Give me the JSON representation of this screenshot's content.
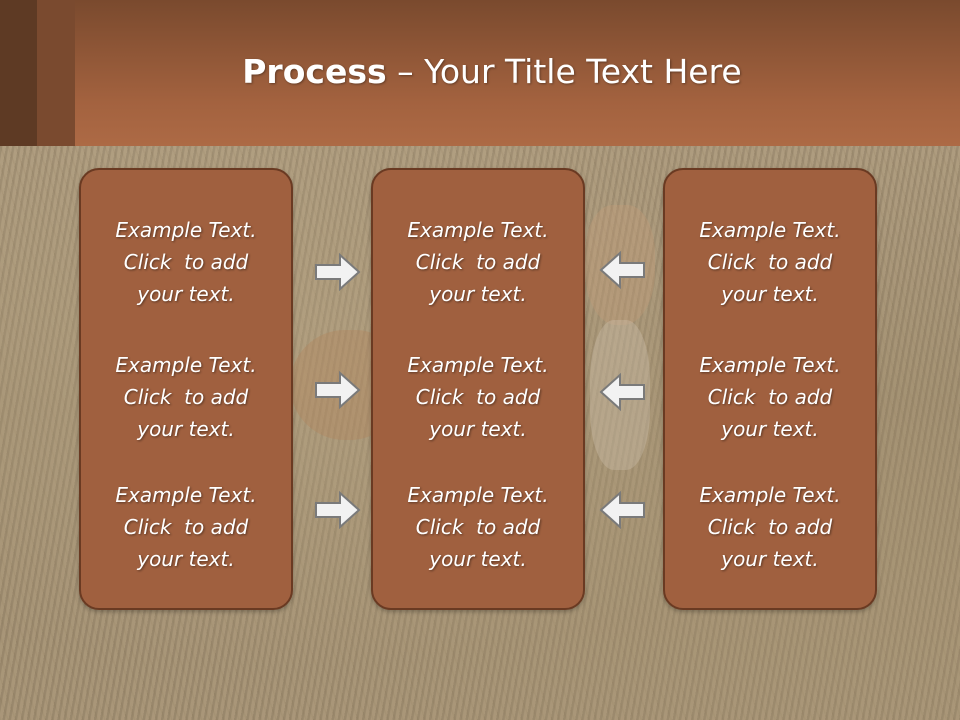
{
  "slide": {
    "title_bold": "Process",
    "title_rest": " – Your Title Text Here"
  },
  "columns": [
    {
      "items": [
        {
          "line1": "Example Text.",
          "line2": "Click  to add",
          "line3": "your text."
        },
        {
          "line1": "Example Text.",
          "line2": "Click  to add",
          "line3": "your text."
        },
        {
          "line1": "Example Text.",
          "line2": "Click  to add",
          "line3": "your text."
        }
      ]
    },
    {
      "items": [
        {
          "line1": "Example Text.",
          "line2": "Click  to add",
          "line3": "your text."
        },
        {
          "line1": "Example Text.",
          "line2": "Click  to add",
          "line3": "your text."
        },
        {
          "line1": "Example Text.",
          "line2": "Click  to add",
          "line3": "your text."
        }
      ]
    },
    {
      "items": [
        {
          "line1": "Example Text.",
          "line2": "Click  to add",
          "line3": "your text."
        },
        {
          "line1": "Example Text.",
          "line2": "Click  to add",
          "line3": "your text."
        },
        {
          "line1": "Example Text.",
          "line2": "Click  to add",
          "line3": "your text."
        }
      ]
    }
  ],
  "arrows": [
    {
      "icon": "arrow-right-icon"
    },
    {
      "icon": "arrow-right-icon"
    },
    {
      "icon": "arrow-right-icon"
    },
    {
      "icon": "arrow-left-icon"
    },
    {
      "icon": "arrow-left-icon"
    },
    {
      "icon": "arrow-left-icon"
    }
  ],
  "colors": {
    "header": "#a3623f",
    "box_fill": "#a0603f",
    "box_border": "#6a3a22",
    "text": "#ffffff"
  }
}
